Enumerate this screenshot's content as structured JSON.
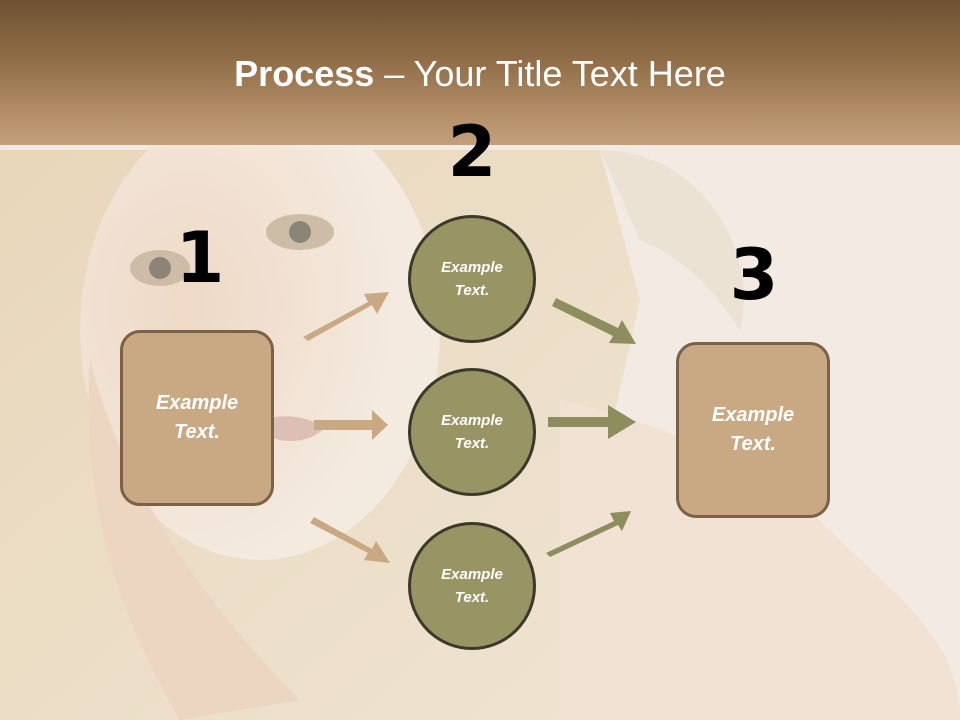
{
  "title": {
    "strong": "Process",
    "rest": " – Your Title Text Here"
  },
  "colors": {
    "title_bar": "#8f6c46",
    "box_fill": "#c8a984",
    "box_border": "#7c6148",
    "circle_fill": "#999463",
    "circle_border": "#3b3a2a",
    "arrow_left": "#c8a984",
    "arrow_right": "#8e8d5e"
  },
  "steps": {
    "one": "1",
    "two": "2",
    "three": "3"
  },
  "left_box": {
    "text": "Example\nText."
  },
  "circles": [
    {
      "text": "Example\nText."
    },
    {
      "text": "Example\nText."
    },
    {
      "text": "Example\nText."
    }
  ],
  "right_box": {
    "text": "Example\nText."
  }
}
